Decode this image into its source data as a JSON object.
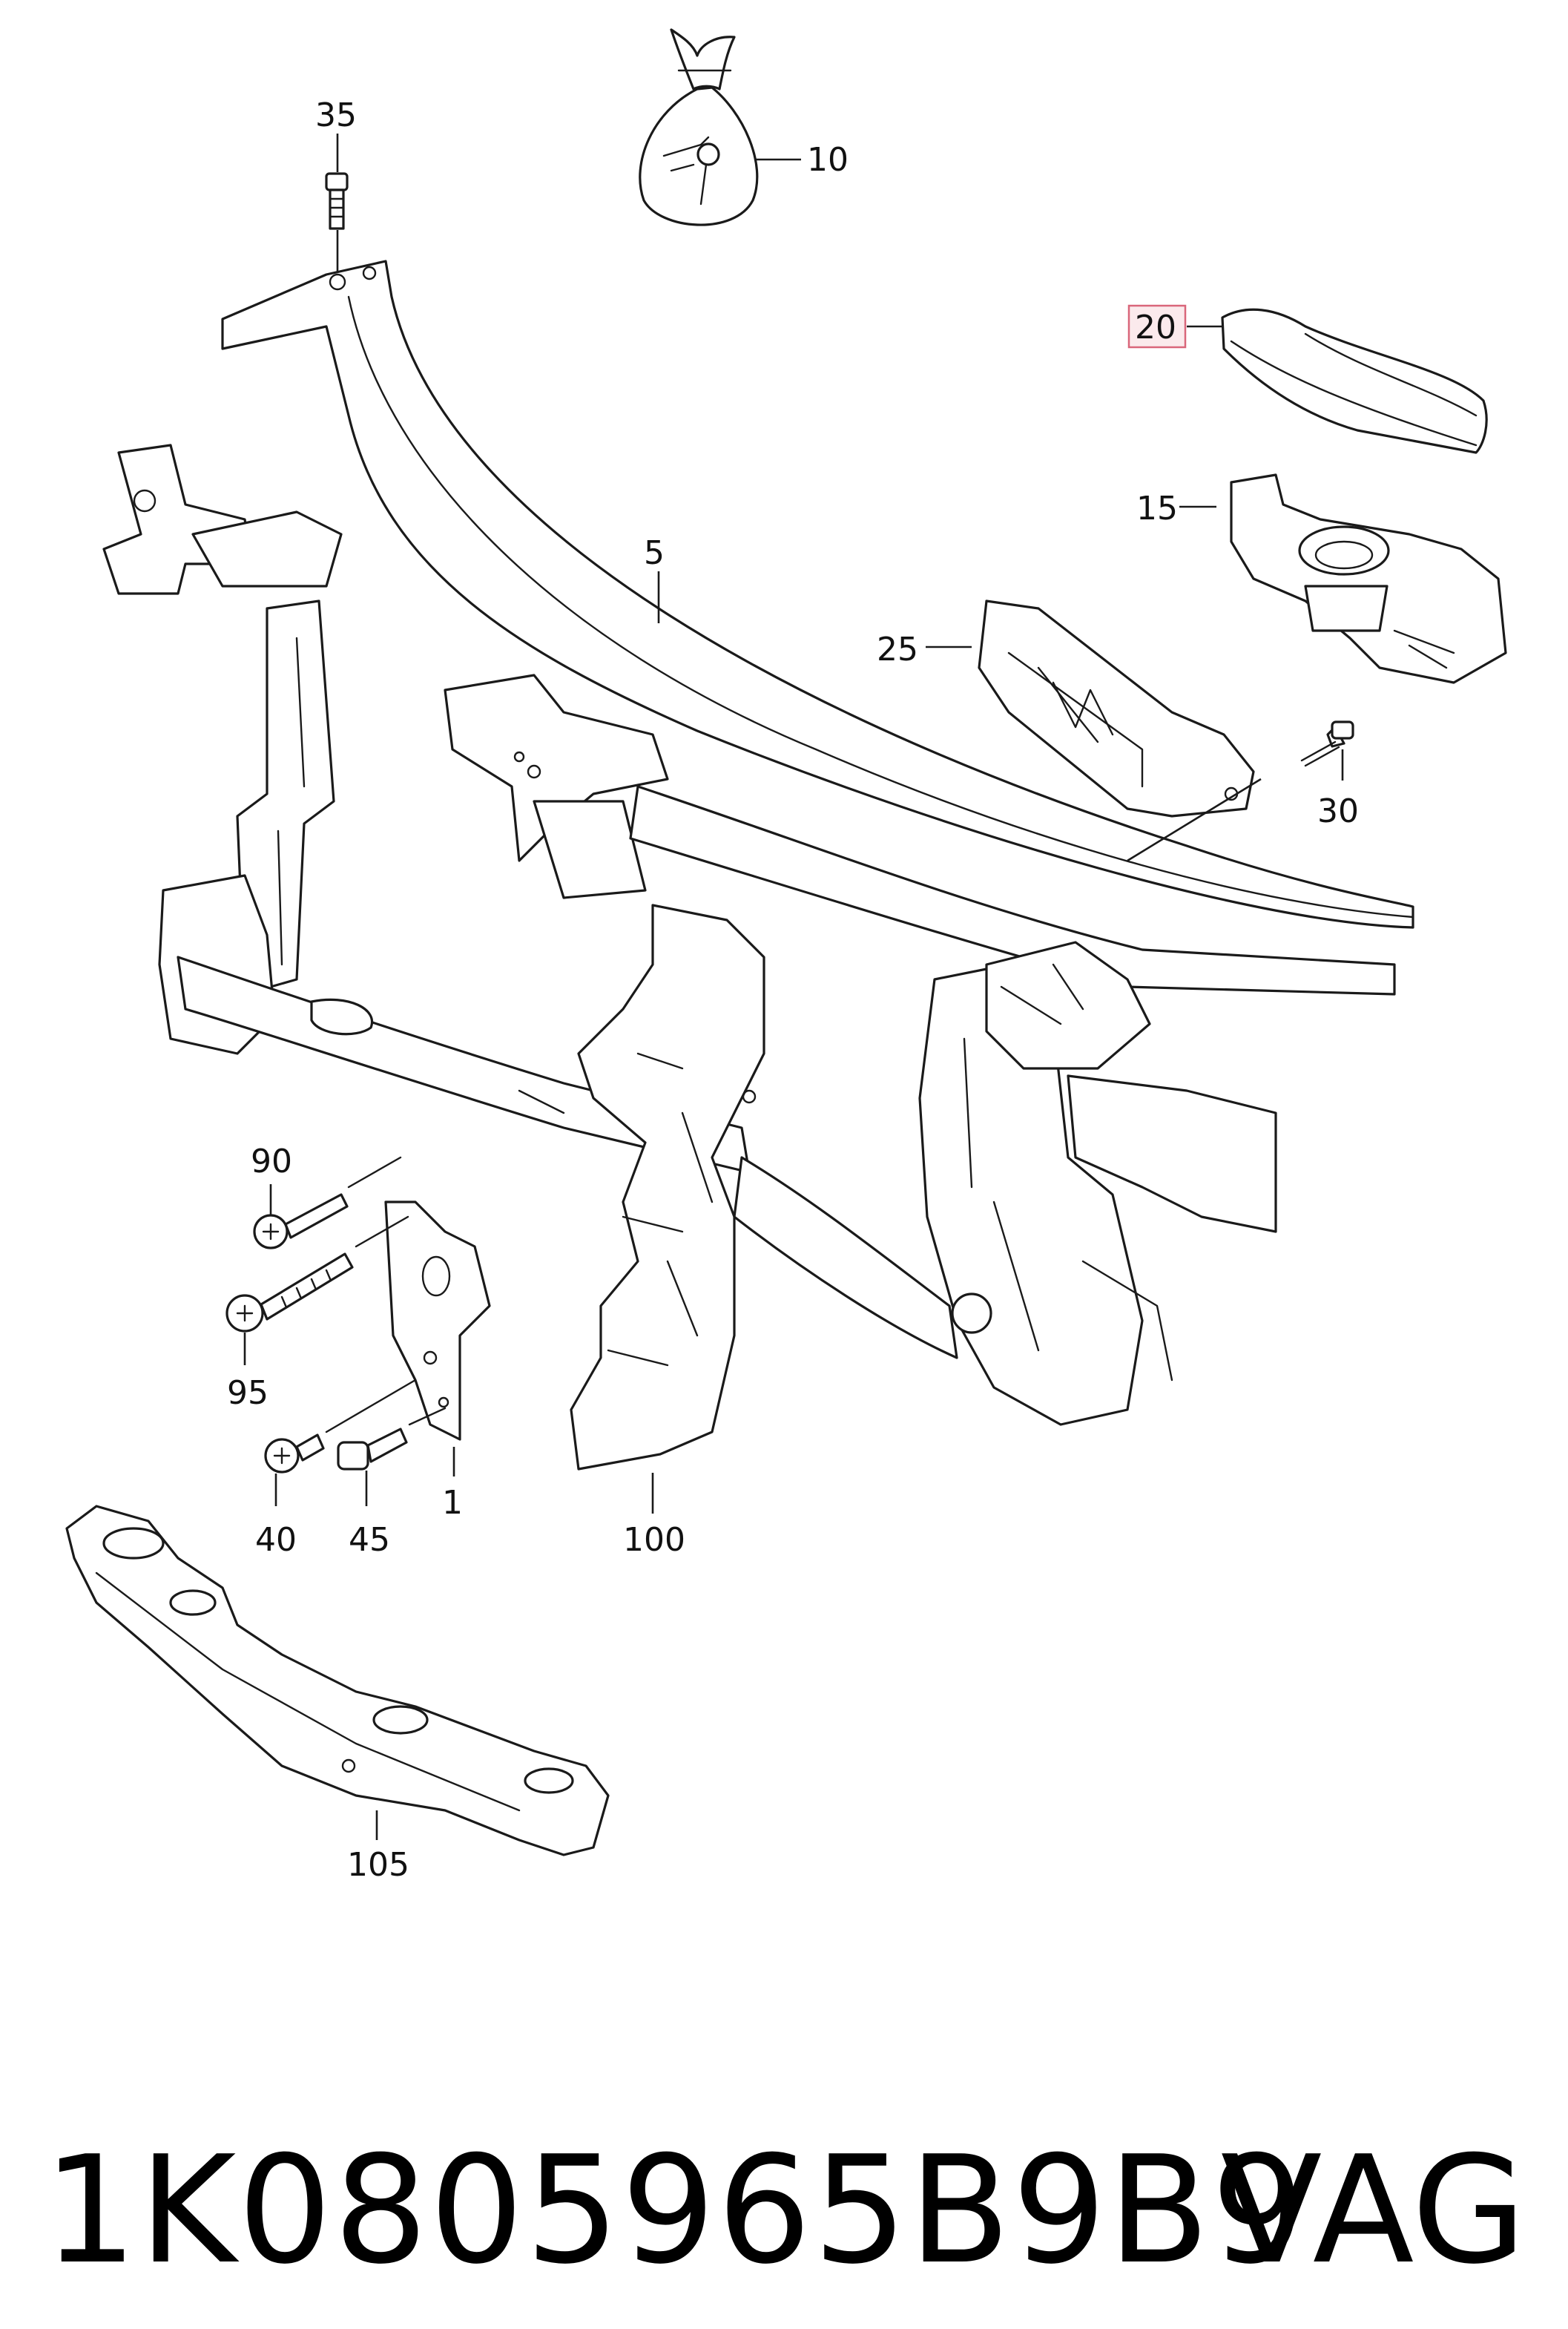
{
  "callouts": {
    "c35": "35",
    "c10": "10",
    "c20": "20",
    "c15": "15",
    "c5": "5",
    "c25": "25",
    "c30": "30",
    "c90": "90",
    "c95": "95",
    "c40": "40",
    "c45": "45",
    "c1": "1",
    "c100": "100",
    "c105": "105"
  },
  "highlight": {
    "part": "20",
    "box_color": "#d9667a",
    "box_fill": "#fbeaec"
  },
  "footer": {
    "part_number": "1K0805965B9B9",
    "brand": "VAG"
  },
  "icons": {
    "screw": "screw-icon",
    "bolt": "bolt-icon",
    "bag": "hardware-bag-icon"
  }
}
